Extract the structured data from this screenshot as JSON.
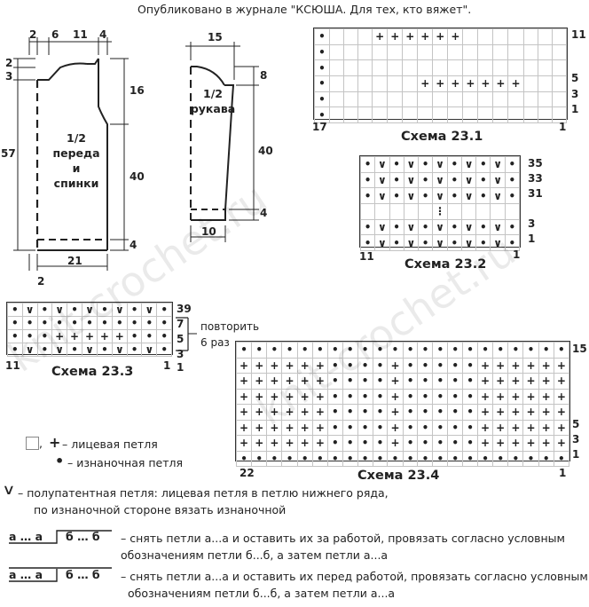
{
  "header": "Опубликовано в журнале \"КСЮША. Для тех, кто вяжет\".",
  "watermark": "knit-crochet.ru",
  "body_pattern": {
    "label": [
      "1/2",
      "переда",
      "и",
      "спинки"
    ],
    "top_dims": [
      "2",
      "6",
      "11",
      "4"
    ],
    "left_dims": [
      "2",
      "3",
      "57"
    ],
    "right_dims": [
      "16",
      "40",
      "4"
    ],
    "bottom_dims": [
      "21",
      "2"
    ]
  },
  "sleeve_pattern": {
    "label": [
      "1/2",
      "рукава"
    ],
    "top_dim": "15",
    "right_dims": [
      "8",
      "40",
      "4"
    ],
    "bottom_dim": "10"
  },
  "scheme_23_1": {
    "caption": "Схема 23.1",
    "row_labels": [
      "11",
      "5",
      "3",
      "1"
    ],
    "col_left": "17",
    "col_right": "1"
  },
  "scheme_23_2": {
    "caption": "Схема 23.2",
    "row_labels": [
      "35",
      "33",
      "31",
      "3",
      "1"
    ],
    "col_left": "11",
    "col_right": "1"
  },
  "scheme_23_3": {
    "caption": "Схема 23.3",
    "row_labels": [
      "39",
      "7",
      "5",
      "3",
      "1"
    ],
    "col_left": "11",
    "col_right": "1",
    "repeat": [
      "повторить",
      "6 раз"
    ]
  },
  "scheme_23_4": {
    "caption": "Схема 23.4",
    "row_labels": [
      "15",
      "5",
      "3",
      "1"
    ],
    "col_left": "22",
    "col_right": "1"
  },
  "legend": {
    "knit": "– лицевая петля",
    "knit_sep": ",",
    "purl": "– изнаночная петля",
    "half_patent_1": "– полупатентная петля: лицевая петля в петлю нижнего ряда,",
    "half_patent_2": "по изнаночной стороне  вязать изнаночной",
    "cable1_box_a": "а … а",
    "cable1_box_b": "б … б",
    "cable1_1": "– снять петли а...а и оставить их за  работой, провязать согласно условным",
    "cable1_2": "обозначениям петли б...б, а затем  петли а...а",
    "cable2_box_a": "а … а",
    "cable2_box_b": "б … б",
    "cable2_1": "– снять петли а...а и оставить их перед  работой, провязать согласно условным",
    "cable2_2": "обозначениям петли б...б, а затем  петли а...а"
  }
}
